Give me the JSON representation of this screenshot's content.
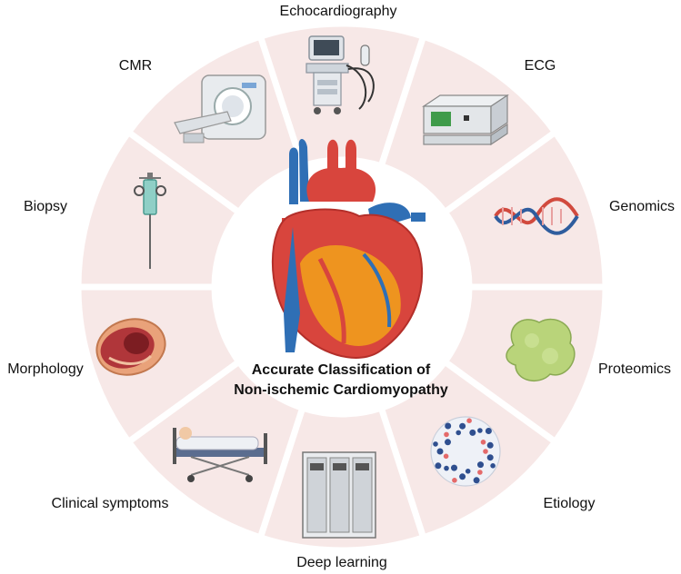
{
  "center": {
    "line1": "Accurate Classification of",
    "line2": "Non-ischemic Cardiomyopathy"
  },
  "modalities": {
    "echocardiography": "Echocardiography",
    "ecg": "ECG",
    "genomics": "Genomics",
    "proteomics": "Proteomics",
    "etiology": "Etiology",
    "deep_learning": "Deep learning",
    "clinical_symptoms": "Clinical symptoms",
    "morphology": "Morphology",
    "biopsy": "Biopsy",
    "cmr": "CMR"
  },
  "colors": {
    "segment_fill": "#f7e8e7",
    "segment_gap": "#ffffff",
    "heart_red": "#d8453d",
    "heart_dark": "#b32f2a",
    "vein_blue": "#2f6fb5",
    "vessel_orange": "#f2a21a"
  }
}
